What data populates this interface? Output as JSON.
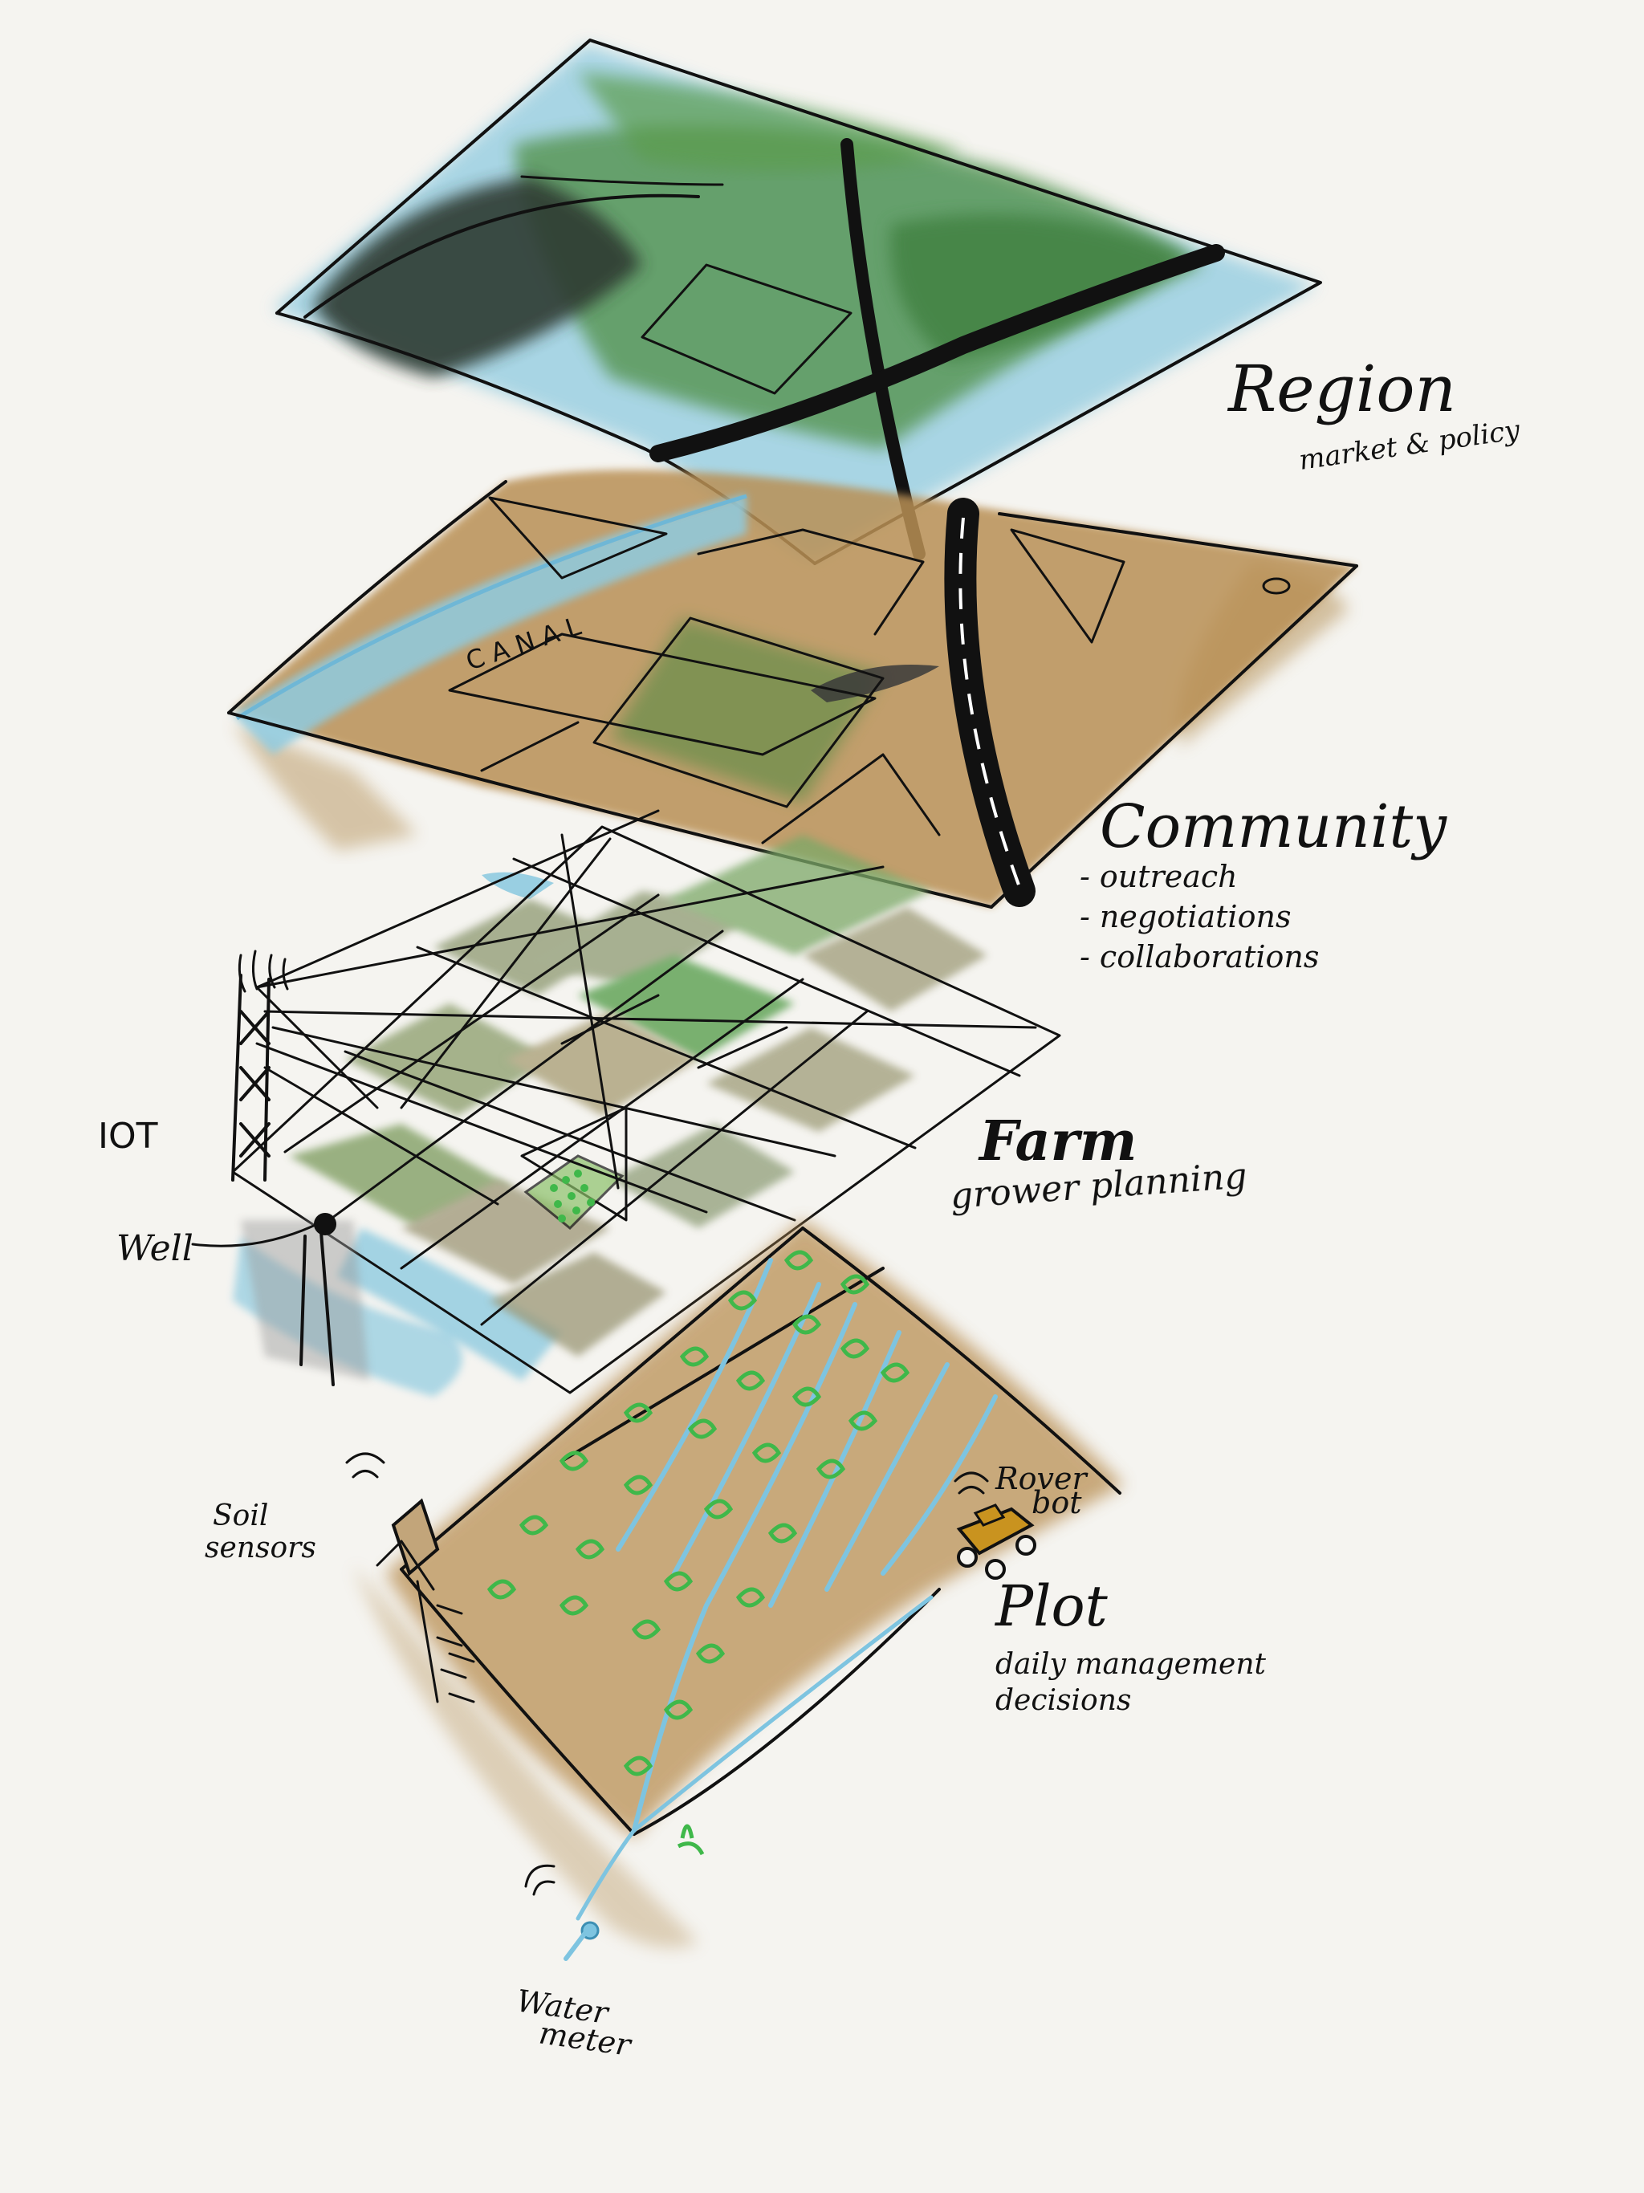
{
  "layers": {
    "region": {
      "title": "Region",
      "subtitle": "market & policy"
    },
    "community": {
      "title": "Community",
      "items": [
        "- outreach",
        "- negotiations",
        "- collaborations"
      ],
      "canal_label": "CANAL"
    },
    "farm": {
      "title": "Farm",
      "subtitle": "grower planning"
    },
    "plot": {
      "title": "Plot",
      "subtitle_line1": "daily management",
      "subtitle_line2": "decisions"
    }
  },
  "annotations": {
    "iot": "IOT",
    "well": "Well",
    "soil_sensors_line1": "Soil",
    "soil_sensors_line2": "sensors",
    "rover_line1": "Rover",
    "rover_line2": "bot",
    "water_meter_line1": "Water",
    "water_meter_line2": "meter"
  },
  "colors": {
    "region_green": "#4f8f45",
    "region_dark": "#2f3d35",
    "water_blue": "#7ec4e0",
    "soil_brown": "#b08a4e",
    "plant_green": "#3fb84a",
    "road": "#111111"
  }
}
